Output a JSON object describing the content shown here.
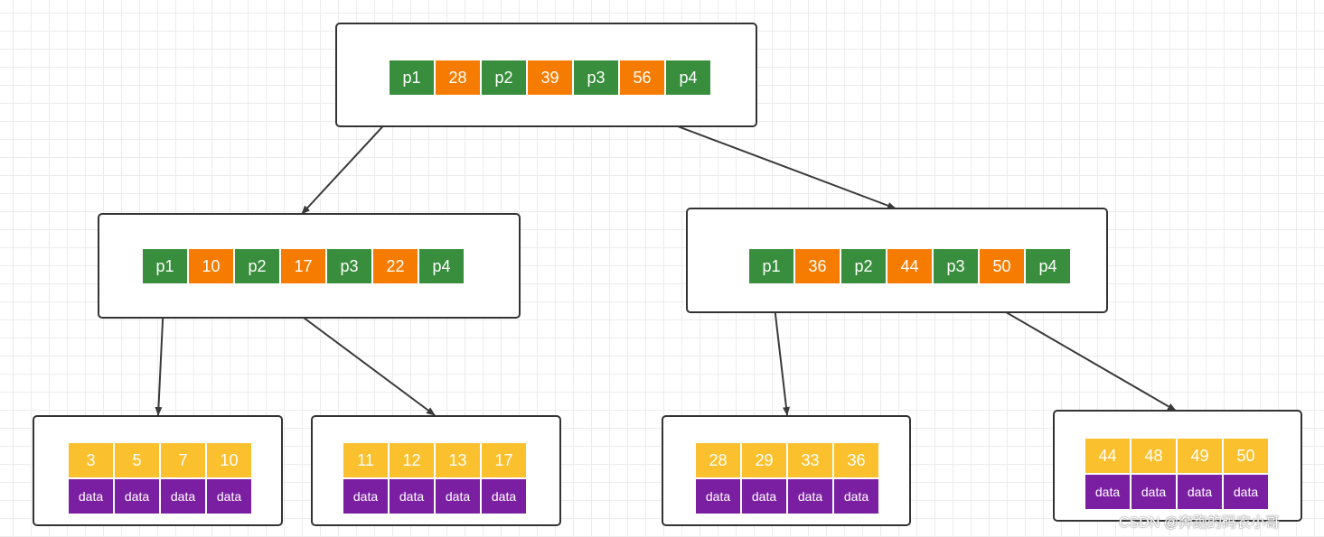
{
  "colors": {
    "pointer": "#388e3c",
    "key": "#f57c00",
    "leaf_key": "#fbc02d",
    "leaf_data": "#7b1fa2",
    "border": "#333333",
    "edge": "#3a3a3a"
  },
  "root": {
    "cells": [
      "p1",
      "28",
      "p2",
      "39",
      "p3",
      "56",
      "p4"
    ]
  },
  "internal": [
    {
      "cells": [
        "p1",
        "10",
        "p2",
        "17",
        "p3",
        "22",
        "p4"
      ]
    },
    {
      "cells": [
        "p1",
        "36",
        "p2",
        "44",
        "p3",
        "50",
        "p4"
      ]
    }
  ],
  "leaves": [
    {
      "keys": [
        "3",
        "5",
        "7",
        "10"
      ],
      "data": [
        "data",
        "data",
        "data",
        "data"
      ]
    },
    {
      "keys": [
        "11",
        "12",
        "13",
        "17"
      ],
      "data": [
        "data",
        "data",
        "data",
        "data"
      ]
    },
    {
      "keys": [
        "28",
        "29",
        "33",
        "36"
      ],
      "data": [
        "data",
        "data",
        "data",
        "data"
      ]
    },
    {
      "keys": [
        "44",
        "48",
        "49",
        "50"
      ],
      "data": [
        "data",
        "data",
        "data",
        "data"
      ]
    }
  ],
  "watermark": "CSDN @奔跑的码农小哥"
}
